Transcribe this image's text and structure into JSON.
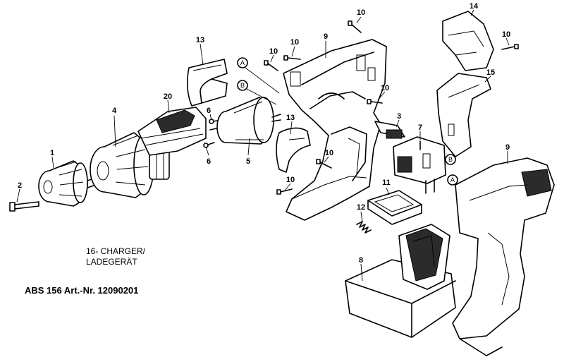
{
  "labels": {
    "l1": "1",
    "l2": "2",
    "l3": "3",
    "l4": "4",
    "l5": "5",
    "l6a": "6",
    "l6b": "6",
    "l7": "7",
    "l8": "8",
    "l9a": "9",
    "l9b": "9",
    "l10a": "10",
    "l10b": "10",
    "l10c": "10",
    "l10d": "10",
    "l10e": "10",
    "l10f": "10",
    "l10g": "10",
    "l11": "11",
    "l12": "12",
    "l13a": "13",
    "l13b": "13",
    "l14": "14",
    "l15": "15",
    "l20": "20",
    "refA1": "A",
    "refA2": "A",
    "refB1": "B",
    "refB2": "B"
  },
  "notes": {
    "charger_line1": "16- CHARGER/",
    "charger_line2": "LADEGERÄT",
    "model": "ABS 156 Art.-Nr. 12090201"
  }
}
